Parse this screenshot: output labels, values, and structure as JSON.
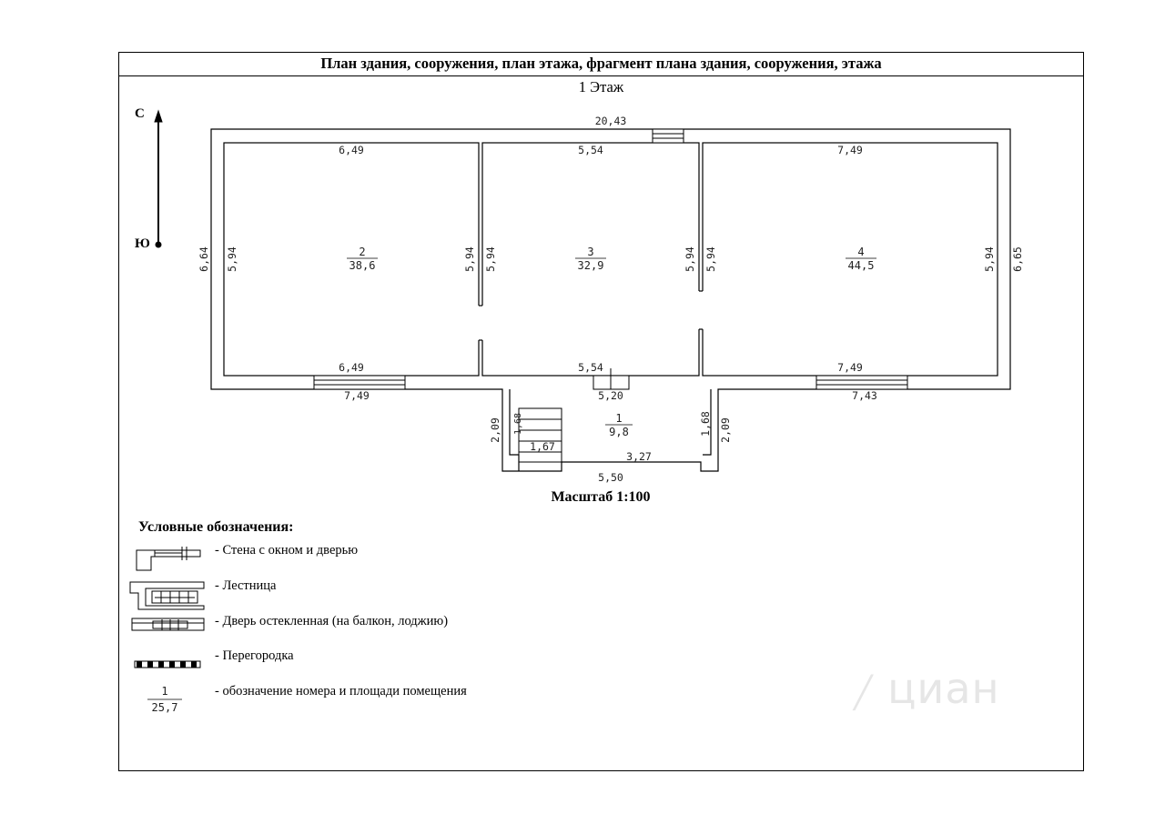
{
  "title": "План здания, сооружения, план этажа, фрагмент плана здания, сооружения, этажа",
  "floor_label": "1 Этаж",
  "scale_label": "Масштаб 1:100",
  "compass": {
    "north": "С",
    "south": "Ю"
  },
  "rooms": [
    {
      "number": "1",
      "area": "9,8"
    },
    {
      "number": "2",
      "area": "38,6"
    },
    {
      "number": "3",
      "area": "32,9"
    },
    {
      "number": "4",
      "area": "44,5"
    }
  ],
  "dimensions": {
    "overall_width": "20,43",
    "room2_top": "6,49",
    "room3_top": "5,54",
    "room4_top": "7,49",
    "room2_bottom": "6,49",
    "room3_bottom": "5,54",
    "room4_bottom": "7,49",
    "outer_left_bottom": "7,49",
    "outer_mid_bottom": "5,20",
    "outer_right_bottom": "7,43",
    "outer_left_height": "6,64",
    "outer_right_height": "6,65",
    "room2_left": "5,94",
    "room2_right": "5,94",
    "room3_left": "5,94",
    "room3_right": "5,94",
    "room4_left": "5,94",
    "room4_right": "5,94",
    "porch_left_outer": "2,09",
    "porch_left_inner": "1,68",
    "porch_right_inner": "1,68",
    "porch_right_outer": "2,09",
    "stair_width": "1,67",
    "porch_inner_bottom": "3,27",
    "porch_outer_bottom": "5,50"
  },
  "legend": {
    "title": "Условные обозначения:",
    "items": [
      "- Стена с окном и дверью",
      "- Лестница",
      "- Дверь остекленная (на балкон, лоджию)",
      "- Перегородка",
      "- обозначение номера и площади помещения"
    ],
    "sample_number": "1",
    "sample_area": "25,7"
  },
  "watermark": "циан"
}
